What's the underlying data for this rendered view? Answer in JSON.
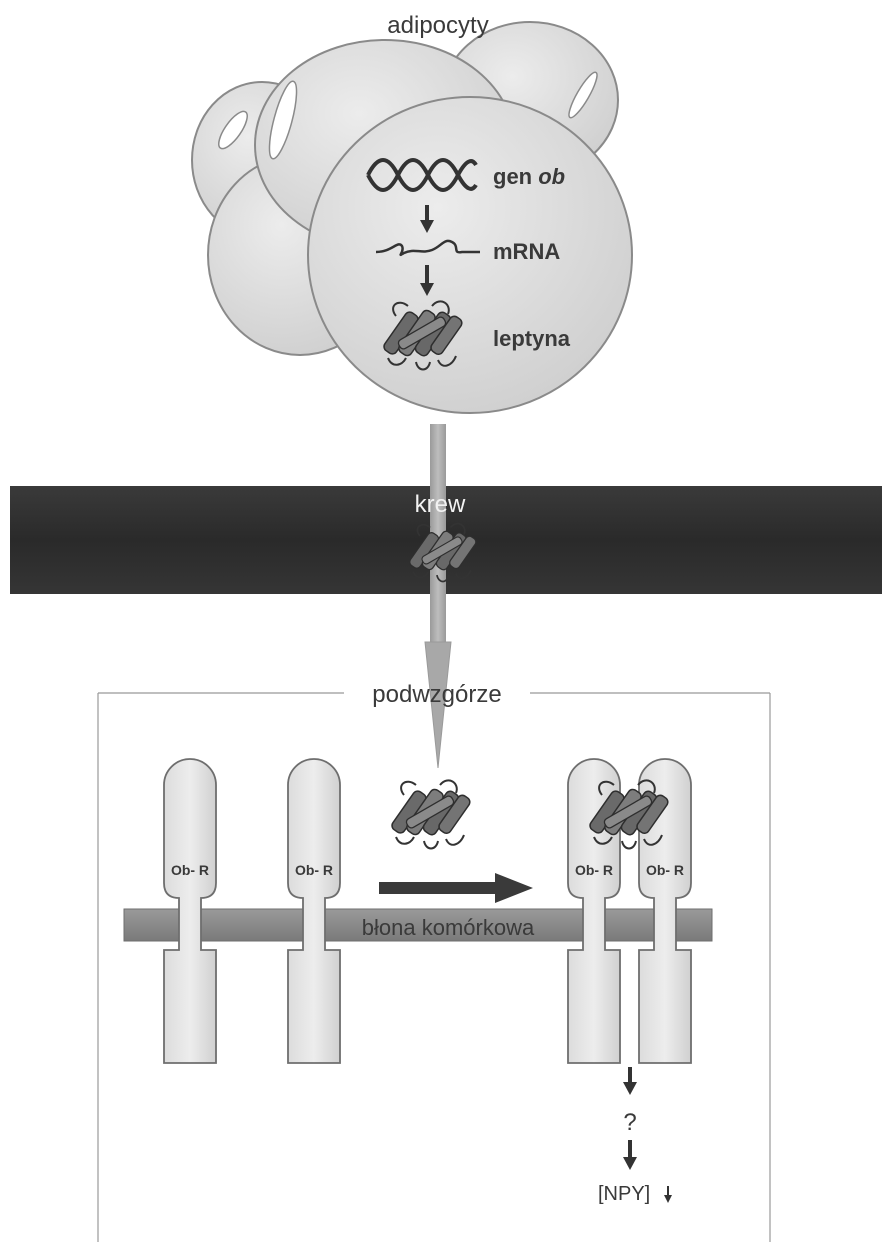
{
  "labels": {
    "adipocytes": "adipocyty",
    "gene_prefix": "gen ",
    "gene_name": "ob",
    "mrna": "mRNA",
    "leptin": "leptyna",
    "blood": "krew",
    "hypothalamus": "podwzgórze",
    "receptor": "Ob- R",
    "membrane": "błona komórkowa",
    "unknown_step": "?",
    "npy": "[NPY]"
  }
}
